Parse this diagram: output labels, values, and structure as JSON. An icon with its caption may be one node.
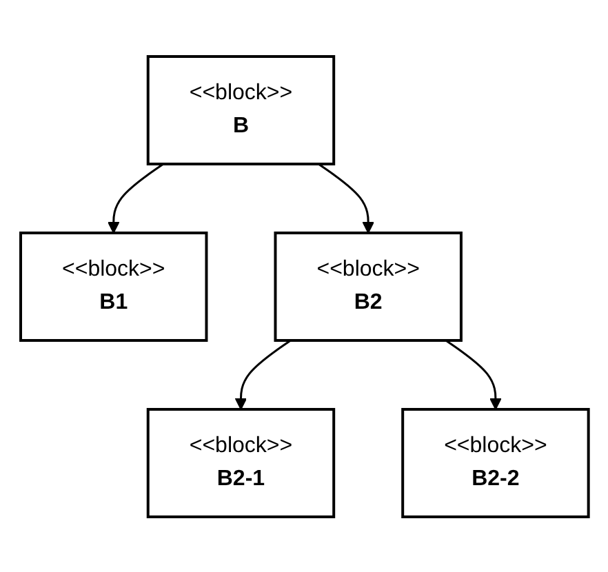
{
  "diagram": {
    "nodes": [
      {
        "text": [
          "<<block>>",
          "B"
        ]
      },
      {
        "text": [
          "<<block>>",
          "B1"
        ]
      },
      {
        "text": [
          "<<block>>",
          "B2"
        ]
      },
      {
        "text": [
          "<<block>>",
          "B2-1"
        ]
      },
      {
        "text": [
          "<<block>>",
          "B2-2"
        ]
      }
    ],
    "edges": [
      {
        "from": 0,
        "to": 1,
        "arrow": "to"
      },
      {
        "from": 0,
        "to": 2,
        "arrow": "to"
      },
      {
        "from": 2,
        "to": 3,
        "arrow": "to"
      },
      {
        "from": 2,
        "to": 4,
        "arrow": "to"
      }
    ]
  }
}
